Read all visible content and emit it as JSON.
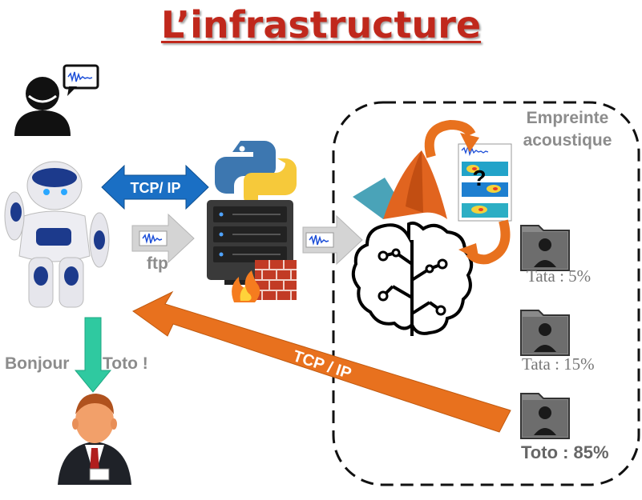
{
  "title": "L’infrastructure",
  "labels": {
    "empreinte_line1": "Empreinte",
    "empreinte_line2": "acoustique",
    "tcp_ip_top": "TCP/ IP",
    "tcp_ip_bottom": "TCP / IP",
    "ftp": "ftp",
    "bonjour": "Bonjour",
    "toto_greeting": "Toto !",
    "question_mark": "?"
  },
  "results": [
    {
      "name": "Tata",
      "score": "Tata : 5%"
    },
    {
      "name": "Tata",
      "score": "Tata : 15%"
    },
    {
      "name": "Toto",
      "score": "Toto : 85%"
    }
  ],
  "icons": [
    "user-speaking-icon",
    "speech-bubble-icon",
    "nao-robot-icon",
    "python-logo-icon",
    "server-icon",
    "firewall-icon",
    "matlab-logo-icon",
    "brain-circuit-icon",
    "spectrogram-icon",
    "folder-user-icon",
    "businessman-icon"
  ],
  "colors": {
    "title": "#c0281c",
    "tcp_top_arrow": "#1a6fc4",
    "tcp_bottom_arrow": "#e8711e",
    "bonjour_arrow": "#2fc9a0",
    "file_arrow": "#cccccc"
  }
}
